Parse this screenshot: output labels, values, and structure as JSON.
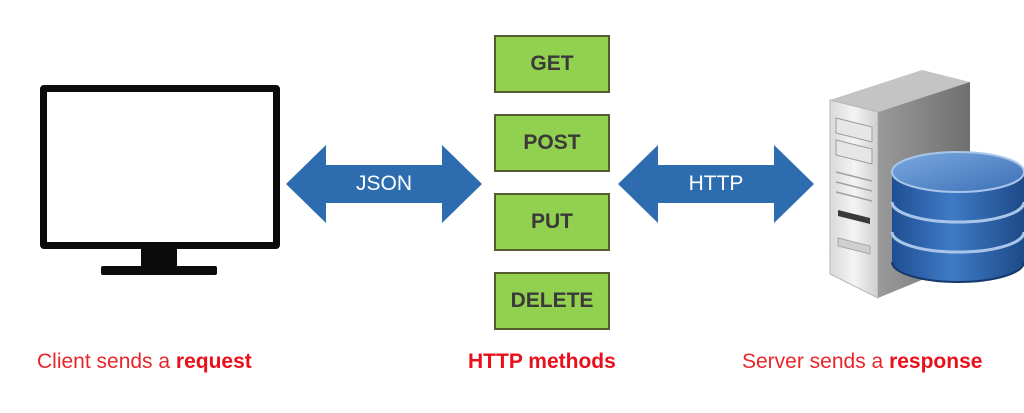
{
  "diagram": {
    "arrows": {
      "left_label": "JSON",
      "right_label": "HTTP"
    },
    "methods": [
      "GET",
      "POST",
      "PUT",
      "DELETE"
    ],
    "captions": {
      "client_prefix": "Client sends a ",
      "client_bold": "request",
      "methods": "HTTP methods",
      "server_prefix": "Server sends a ",
      "server_bold": "response"
    }
  },
  "colors": {
    "arrow_blue": "#2e6cb0",
    "method_green": "#92d050",
    "caption_red": "#e8262a",
    "database_blue": "#2f62a8"
  },
  "icons": [
    "monitor-icon",
    "server-icon",
    "database-icon"
  ]
}
